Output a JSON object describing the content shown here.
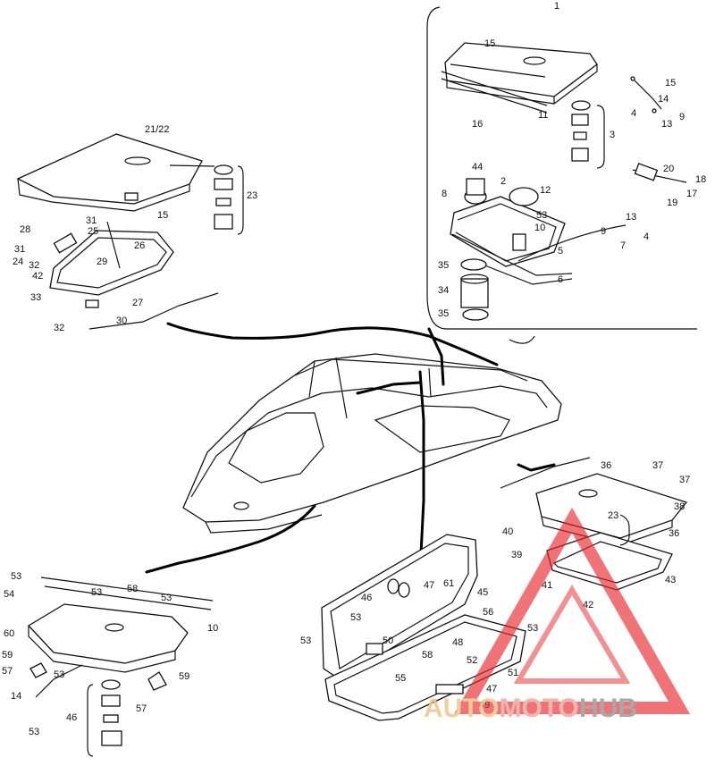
{
  "watermark": {
    "brand_part1": "AUTO",
    "brand_part2": "MOTO",
    "brand_part3": "HUB",
    "colors": {
      "auto": "#f2c48c",
      "moto": "#f2a8a0",
      "hub": "#9a9a9a",
      "triangle": "#e8262a"
    }
  },
  "callouts": [
    "1",
    "15",
    "11",
    "16",
    "15",
    "14",
    "4",
    "13",
    "9",
    "3",
    "20",
    "18",
    "17",
    "19",
    "44",
    "2",
    "12",
    "8",
    "53",
    "10",
    "5",
    "9",
    "13",
    "7",
    "4",
    "35",
    "6",
    "34",
    "35",
    "21/22",
    "23",
    "15",
    "28",
    "31",
    "25",
    "26",
    "31",
    "24",
    "32",
    "42",
    "29",
    "33",
    "27",
    "30",
    "32",
    "36",
    "37",
    "37",
    "38",
    "23",
    "36",
    "40",
    "39",
    "41",
    "42",
    "43",
    "53",
    "54",
    "53",
    "58",
    "53",
    "10",
    "60",
    "59",
    "57",
    "53",
    "59",
    "14",
    "57",
    "46",
    "53",
    "46",
    "47",
    "61",
    "45",
    "53",
    "56",
    "53",
    "53",
    "50",
    "48",
    "58",
    "55",
    "52",
    "51",
    "47",
    "49"
  ]
}
